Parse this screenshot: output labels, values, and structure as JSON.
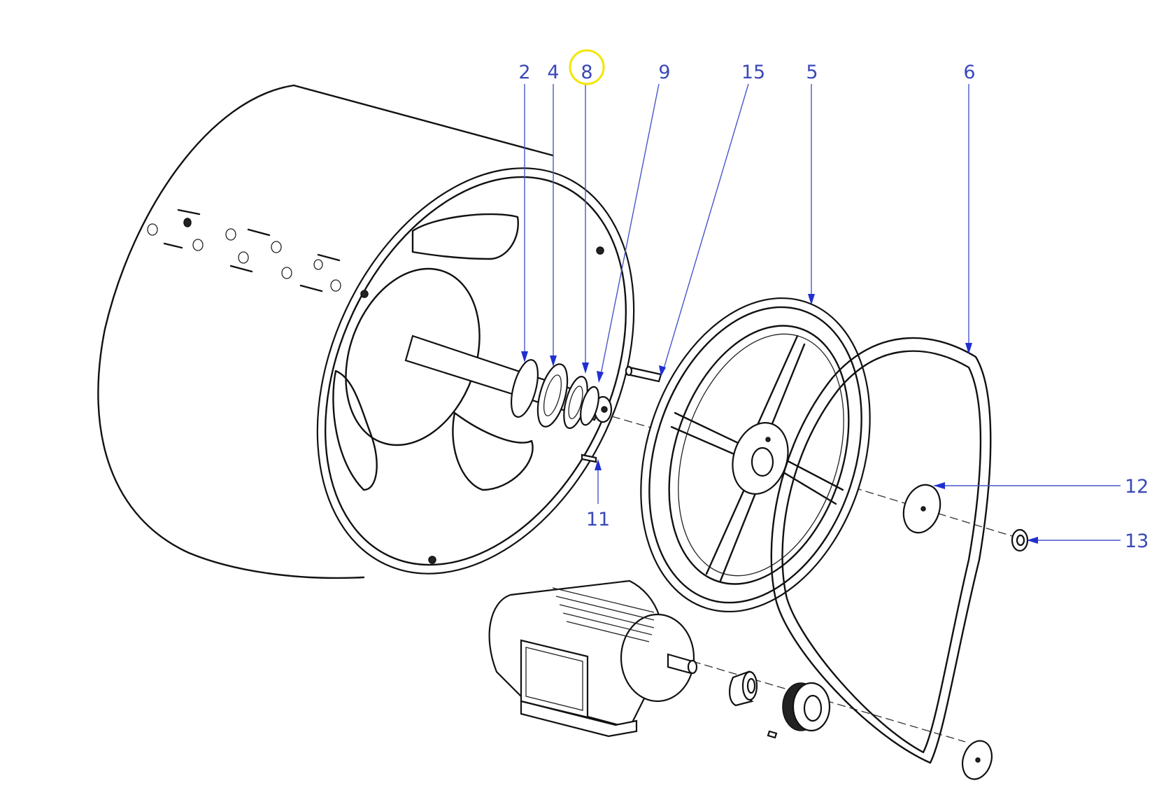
{
  "callouts": {
    "c2": "2",
    "c4": "4",
    "c8": "8",
    "c9": "9",
    "c15": "15",
    "c5": "5",
    "c6": "6",
    "c12": "12",
    "c13": "13",
    "c11": "11"
  },
  "highlighted_callout": "8",
  "colors": {
    "callout_text": "#3a49b8",
    "leader_line": "#4757c9",
    "arrowhead": "#1f2fd0",
    "highlight_ring": "#f2e600",
    "line_art": "#111111",
    "background": "#ffffff"
  }
}
